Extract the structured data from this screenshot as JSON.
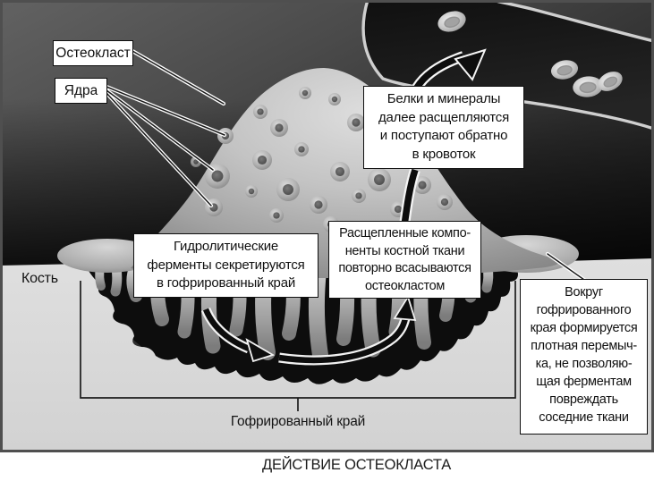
{
  "figure": {
    "caption": "ДЕЙСТВИЕ ОСТЕОКЛАСТА",
    "labels": {
      "osteoclast": "Остеокласт",
      "nuclei": "Ядра",
      "bone": "Кость",
      "ruffled_border": "Гофрированный край"
    },
    "callouts": {
      "blood_return": [
        "Белки и минералы",
        "далее расщепляются",
        "и поступают обратно",
        "в кровоток"
      ],
      "enzymes": [
        "Гидролитические",
        "ферменты секретируются",
        "в гофрированный край"
      ],
      "resorbed": [
        "Расщепленные компо-",
        "ненты костной ткани",
        "повторно всасываются",
        "остеокластом"
      ],
      "sealing_zone": [
        "Вокруг",
        "гофрированного",
        "края формируется",
        "плотная перемыч-",
        "ка, не позволяю-",
        "щая ферментам",
        "повреждать",
        "соседние ткани"
      ]
    },
    "colors": {
      "background_dark": "#3e3e3e",
      "vessel_lumen": "#141414",
      "bone": "#d9d9d9",
      "cell_body": "#b4b4b4",
      "callout_background": "#ffffff",
      "callout_border": "#0f0f0f",
      "arrow_fill": "#0d0d0d",
      "arrow_outline": "#f5f5f5",
      "caption_color": "#1b1b1b"
    }
  }
}
